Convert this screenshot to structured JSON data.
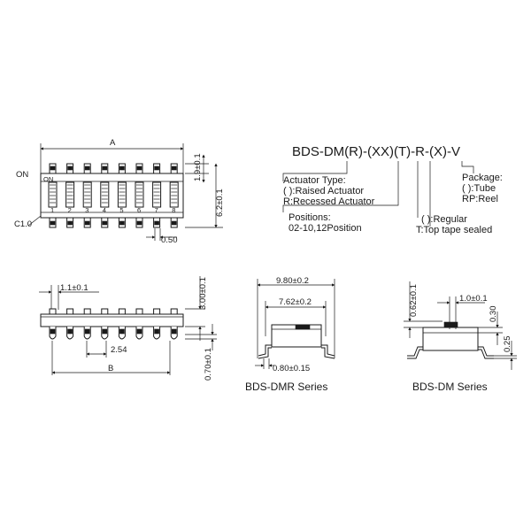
{
  "top_view": {
    "dim_a": "A",
    "on_label": "ON",
    "on_small": "ON",
    "dim_height": "1.9±0.1",
    "dim_total": "6.2±0.1",
    "corner": "C1.0",
    "pitch_half": "0.50",
    "positions": [
      "1",
      "2",
      "3",
      "4",
      "5",
      "6",
      "7",
      "8"
    ]
  },
  "part_code": {
    "code_text": "BDS-DM(R)-(XX)(T)-R-(X)-V",
    "actuator_title": "Actuator Type:",
    "actuator_raised": "( ):Raised Actuator",
    "actuator_recessed": "R:Recessed Actuator",
    "positions_title": "Positions:",
    "positions_range": "02-10,12Position",
    "regular": "( ):Regular",
    "tape": "T:Top tape sealed",
    "package_title": "Package:",
    "package_tube": "( ):Tube",
    "package_reel": "RP:Reel"
  },
  "side_view": {
    "dim_1_1": "1.1±0.1",
    "dim_3_00": "3.00±0.1",
    "dim_2_54": "2.54",
    "dim_b": "B",
    "dim_0_70": "0.70±0.1"
  },
  "dmr_view": {
    "dim_9_80": "9.80±0.2",
    "dim_7_62": "7.62±0.2",
    "dim_0_80": "0.80±0.15",
    "caption": "BDS-DMR Series"
  },
  "dm_view": {
    "dim_1_0": "1.0±0.1",
    "dim_0_62": "0.62±0.1",
    "dim_0_30": "0.30",
    "dim_0_25": "0.25",
    "caption": "BDS-DM Series"
  }
}
